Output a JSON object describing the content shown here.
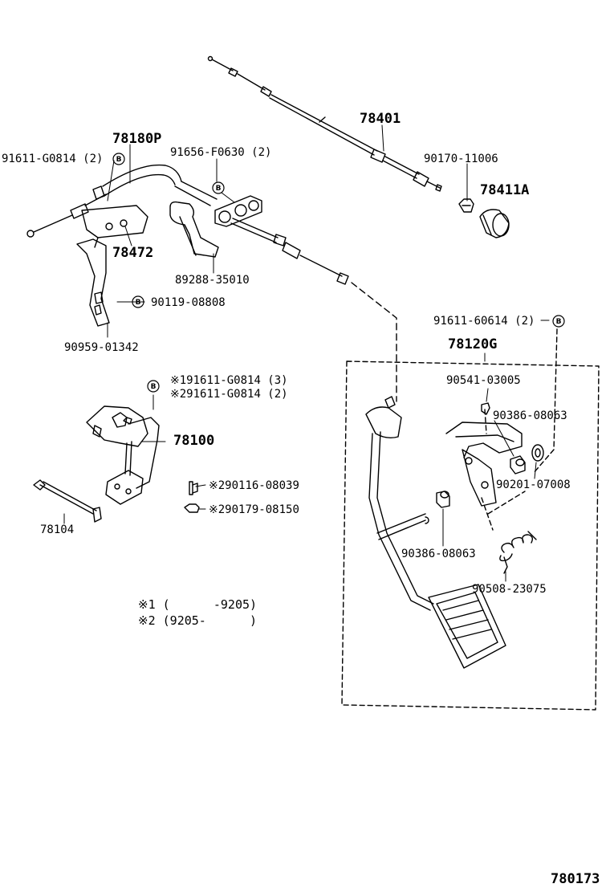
{
  "parts": {
    "p78401": "78401",
    "p90170": "90170-11006",
    "p78411A": "78411A",
    "p78180P": "78180P",
    "p91611_g0814": "91611-G0814 (2)",
    "p91656": "91656-F0630 (2)",
    "p78472": "78472",
    "p89288": "89288-35010",
    "p90119": "90119-08808",
    "p90959": "90959-01342",
    "p91611_60614": "91611-60614 (2)",
    "p78120G": "78120G",
    "p90541": "90541-03005",
    "p90386_a": "90386-08063",
    "p90201": "90201-07008",
    "p90386_b": "90386-08063",
    "p90508": "90508-23075",
    "p1_91611": "※191611-G0814 (3)",
    "p2_91611": "※291611-G0814 (2)",
    "p78100": "78100",
    "p78104": "78104",
    "p90116": "※290116-08039",
    "p90179": "※290179-08150"
  },
  "notes": {
    "note1": "※1 (      -9205)",
    "note2": "※2 (9205-      )"
  },
  "bolt_marker": "B",
  "figure_number": "780173"
}
